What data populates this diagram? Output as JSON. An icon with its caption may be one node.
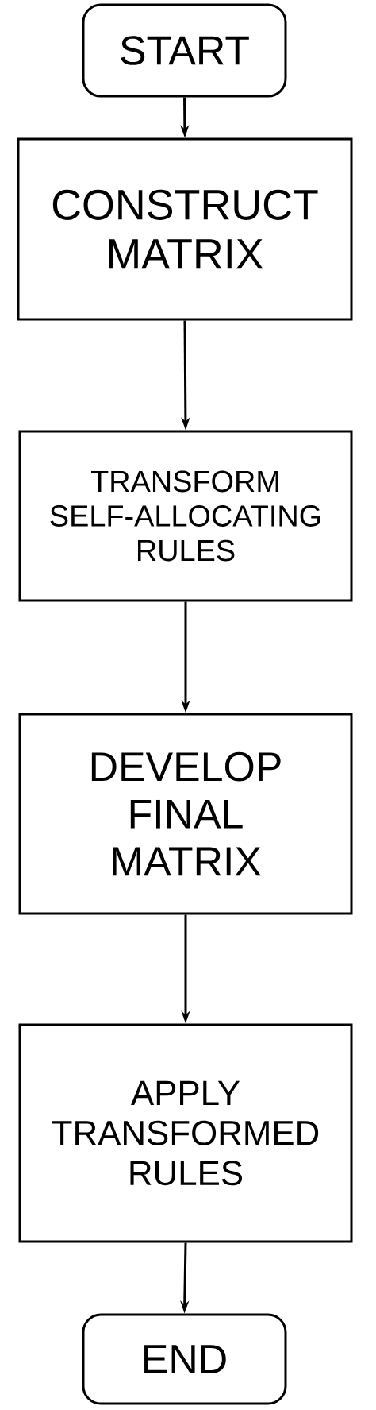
{
  "diagram": {
    "nodes": [
      {
        "text": [
          "START"
        ]
      },
      {
        "text": [
          "CONSTRUCT MATRIX"
        ]
      },
      {
        "text": [
          "TRANSFORM SELF-ALLOCATING RULES"
        ]
      },
      {
        "text": [
          "DEVELOP FINAL MATRIX"
        ]
      },
      {
        "text": [
          "APPLY TRANSFORMED RULES"
        ]
      },
      {
        "text": [
          "END"
        ]
      }
    ],
    "edges": [
      {
        "from": 0,
        "to": 1,
        "arrow": "to"
      },
      {
        "from": 1,
        "to": 2,
        "arrow": "to"
      },
      {
        "from": 2,
        "to": 3,
        "arrow": "to"
      },
      {
        "from": 3,
        "to": 4,
        "arrow": "to"
      },
      {
        "from": 4,
        "to": 5,
        "arrow": "to"
      }
    ]
  }
}
